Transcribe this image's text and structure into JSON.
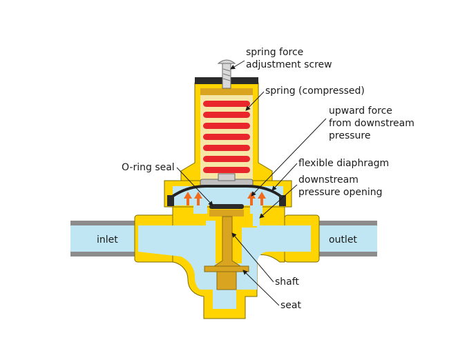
{
  "labels": {
    "adjustment_screw": [
      "spring force",
      "adjustment screw"
    ],
    "spring": [
      "spring (compressed)"
    ],
    "upward_force": [
      "upward force",
      "from downstream",
      "pressure"
    ],
    "o_ring": [
      "O-ring seal"
    ],
    "diaphragm": [
      "flexible diaphragm"
    ],
    "pressure_opening": [
      "downstream",
      "pressure opening"
    ],
    "inlet": "inlet",
    "outlet": "outlet",
    "shaft": "shaft",
    "seat": "seat"
  },
  "colors": {
    "body": "#FFD400",
    "body_outline": "#7a6a00",
    "fluid": "#BFE6F2",
    "pipe": "#8C8C8C",
    "spring_coil": "#E8262B",
    "bonnet_fill": "#F6E7A6",
    "diaphragm": "#222222",
    "arrow": "#F26B1D",
    "shaft": "#D9A520",
    "cap": "#2b2b2b"
  }
}
